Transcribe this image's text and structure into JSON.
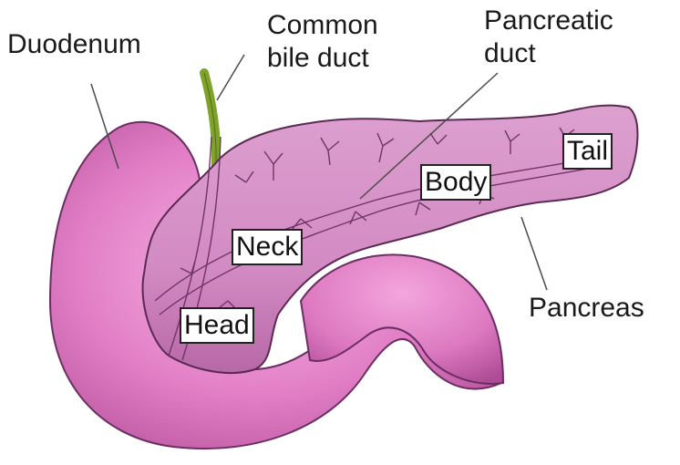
{
  "colors": {
    "organ_fill": "#d68ac4",
    "organ_shadow": "#a84f92",
    "duodenum_fill": "#e27fc6",
    "bile_duct": "#7ea22a",
    "outline": "#5a2a52"
  },
  "labels": {
    "duodenum": "Duodenum",
    "common_bile_duct_line1": "Common",
    "common_bile_duct_line2": "bile duct",
    "pancreatic_duct_line1": "Pancreatic",
    "pancreatic_duct_line2": "duct",
    "pancreas": "Pancreas",
    "tail": "Tail",
    "body": "Body",
    "neck": "Neck",
    "head": "Head"
  }
}
